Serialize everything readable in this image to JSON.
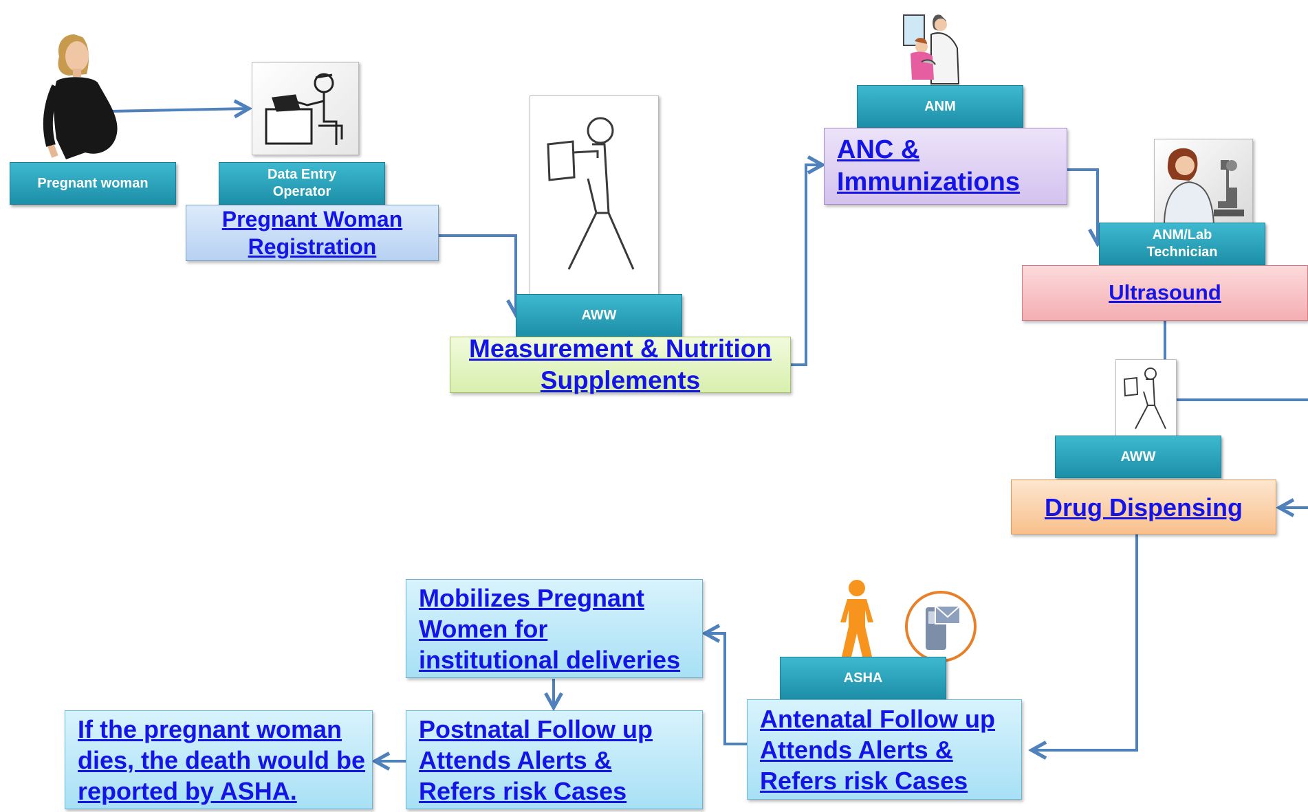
{
  "roles": {
    "pregnant_woman": "Pregnant woman",
    "data_entry_operator": "Data Entry Operator",
    "aww_1": "AWW",
    "anm": "ANM",
    "anm_lab_technician": "ANM/Lab Technician",
    "aww_2": "AWW",
    "asha": "ASHA"
  },
  "steps": {
    "registration": "Pregnant Woman Registration",
    "measurement": "Measurement & Nutrition Supplements",
    "anc": "ANC & Immunizations",
    "ultrasound": "Ultrasound",
    "drug_dispensing": "Drug Dispensing",
    "antenatal": "Antenatal Follow up Attends Alerts & Refers risk Cases",
    "mobilizes": "Mobilizes Pregnant Women for institutional deliveries",
    "postnatal": "Postnatal Follow up Attends Alerts & Refers risk Cases",
    "death": "If the pregnant woman dies, the death would be reported by ASHA."
  },
  "colors": {
    "role_fill": "#2aa5be",
    "connector": "#4f81bd",
    "link": "#1414e6",
    "registration_fill": "#c6dcf7",
    "measurement_fill": "#e4f5c4",
    "anc_fill": "#ddd0f0",
    "ultrasound_fill": "#f7c4c6",
    "drug_fill": "#fbd6b4",
    "asha_task_fill": "#bfeaf9"
  },
  "icons": [
    "pregnant-woman-photo",
    "data-entry-operator-icon",
    "walking-person-icon",
    "doctor-with-child-icon",
    "lab-technician-icon",
    "asha-worker-icon",
    "mobile-phone-message-icon"
  ]
}
